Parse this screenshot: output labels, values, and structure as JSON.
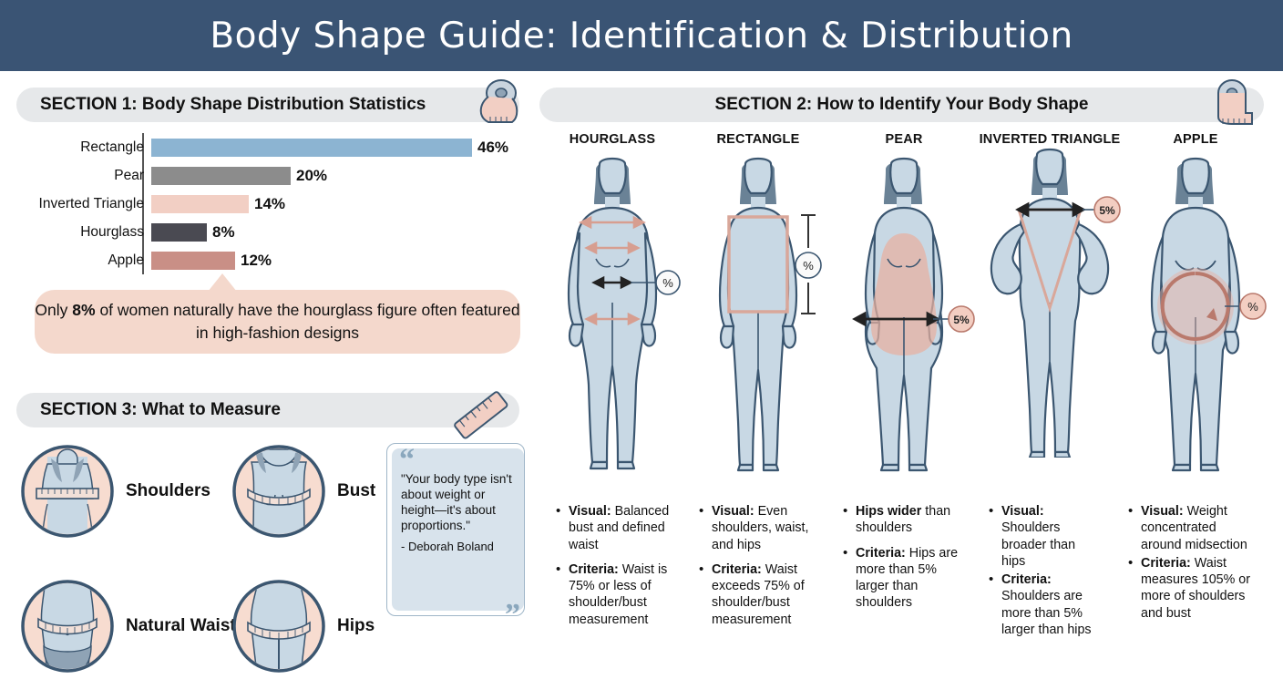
{
  "banner": {
    "title": "Body Shape Guide: Identification & Distribution"
  },
  "section1": {
    "heading": "SECTION 1: Body Shape Distribution Statistics",
    "icon": "tape-measure-icon",
    "callout_prefix": "Only ",
    "callout_bold": "8%",
    "callout_rest": " of women naturally have the hourglass figure often featured in high-fashion designs"
  },
  "chart_data": {
    "type": "bar",
    "title": "Body Shape Distribution Statistics",
    "orientation": "horizontal",
    "categories": [
      "Rectangle",
      "Pear",
      "Inverted Triangle",
      "Hourglass",
      "Apple"
    ],
    "values": [
      46,
      20,
      14,
      8,
      12
    ],
    "value_labels": [
      "46%",
      "20%",
      "14%",
      "8%",
      "12%"
    ],
    "colors": [
      "#8cb4d2",
      "#8c8c8c",
      "#f2cfc4",
      "#4a4a52",
      "#c98f86"
    ],
    "xlabel": "",
    "ylabel": "",
    "xlim": [
      0,
      46
    ],
    "grid": false,
    "legend": false,
    "units": "percent of women"
  },
  "section2": {
    "heading": "SECTION 2: How to Identify Your Body Shape",
    "icon": "tape-measure-icon",
    "shapes": [
      {
        "name": "HOURGLASS",
        "badge": "%",
        "bullets": [
          {
            "label": "Visual:",
            "text": " Balanced bust and defined waist"
          },
          {
            "label": "Criteria:",
            "text": " Waist is 75% or less of shoulder/bust measurement"
          }
        ]
      },
      {
        "name": "RECTANGLE",
        "badge": "%",
        "bullets": [
          {
            "label": "Visual:",
            "text": " Even shoulders, waist, and hips"
          },
          {
            "label": "Criteria:",
            "text": " Waist exceeds 75% of shoulder/bust measurement"
          }
        ]
      },
      {
        "name": "PEAR",
        "badge": "5%",
        "bullets": [
          {
            "label": "Hips wider",
            "text": " than shoulders"
          },
          {
            "label": "Criteria:",
            "text": " Hips are more than 5% larger than shoulders"
          }
        ]
      },
      {
        "name": "INVERTED TRIANGLE",
        "badge": "5%",
        "bullets": [
          {
            "label": "Visual:",
            "text": " Shoulders broader than hips"
          },
          {
            "label": "Criteria:",
            "text": " Shoulders are more than 5% larger than hips"
          }
        ]
      },
      {
        "name": "APPLE",
        "badge": "%",
        "bullets": [
          {
            "label": "Visual:",
            "text": " Weight concentrated around midsection"
          },
          {
            "label": "Criteria:",
            "text": " Waist measures 105% or more of shoulders and bust"
          }
        ]
      }
    ]
  },
  "section3": {
    "heading": "SECTION 3: What to Measure",
    "icon": "ruler-icon",
    "measures": [
      {
        "label": "Shoulders",
        "icon": "shoulders-measure-icon"
      },
      {
        "label": "Bust",
        "icon": "bust-measure-icon"
      },
      {
        "label": "Natural Waist",
        "icon": "waist-measure-icon"
      },
      {
        "label": "Hips",
        "icon": "hips-measure-icon"
      }
    ],
    "quote": {
      "open_mark": "“",
      "close_mark": "”",
      "text": "\"Your body type isn't about weight or height—it's about proportions.\"",
      "author": "- Deborah Boland"
    }
  },
  "colors": {
    "banner": "#3a5474",
    "pill": "#e6e8ea",
    "callout": "#f4d8cc",
    "body_fill": "#c8d8e4",
    "body_stroke": "#3b5670",
    "accent_pink": "#d9a79a",
    "quote_bg": "#d8e3ec"
  }
}
